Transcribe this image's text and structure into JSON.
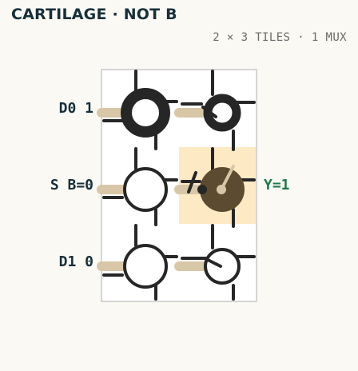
{
  "header": {
    "title": "CARTILAGE · NOT B",
    "subtitle": "2 × 3 TILES · 1 MUX"
  },
  "inputs": {
    "d0": "D0 1",
    "s": "S B=0",
    "d1": "D1 0"
  },
  "output": {
    "label": "Y=1",
    "color": "#1e7a4a"
  },
  "colors": {
    "wire": "#262626",
    "stub": "#d8c7a6",
    "highlight": "#fde9c4",
    "active_pivot": "#5c4b30",
    "tile_bg": "#ffffff",
    "tile_border": "#c8c8c8"
  }
}
